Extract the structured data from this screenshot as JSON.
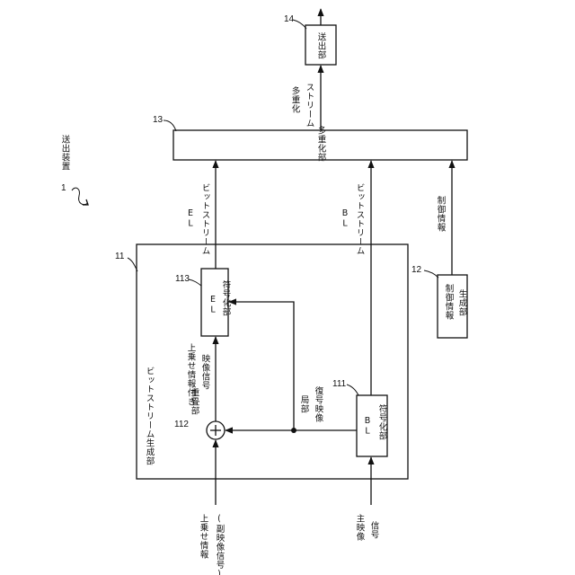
{
  "device": {
    "ref": "1",
    "name": "送出装置"
  },
  "multiplexer": {
    "ref": "13",
    "name": "多重化部"
  },
  "sender": {
    "ref": "14",
    "name": "送出部"
  },
  "stream_gen": {
    "ref": "11",
    "name": "ビットストリーム生成部"
  },
  "superimposer": {
    "ref": "112",
    "name": "重畳部"
  },
  "el_encoder": {
    "ref": "113",
    "line1": "EL",
    "line2": "符号化部"
  },
  "bl_encoder": {
    "ref": "111",
    "line1": "BL",
    "line2": "符号化部"
  },
  "control_gen": {
    "ref": "12",
    "line1": "制御情報",
    "line2": "生成部"
  },
  "signals": {
    "muxed_stream": {
      "line1": "多重化",
      "line2": "ストリーム"
    },
    "el_stream": {
      "line1": "EL",
      "line2": "ビットストリーム"
    },
    "bl_stream": {
      "line1": "BL",
      "line2": "ビットストリーム"
    },
    "control_info": "制御情報",
    "overlay_video": {
      "line1": "上乗せ情報付き",
      "line2": "映像信号"
    },
    "local_decoded": {
      "line1": "局部",
      "line2": "復号映像"
    },
    "overlay_input": {
      "line1": "上乗せ情報",
      "line2": "(副映像信号)"
    },
    "main_input": {
      "line1": "主映像",
      "line2": "信号"
    }
  }
}
